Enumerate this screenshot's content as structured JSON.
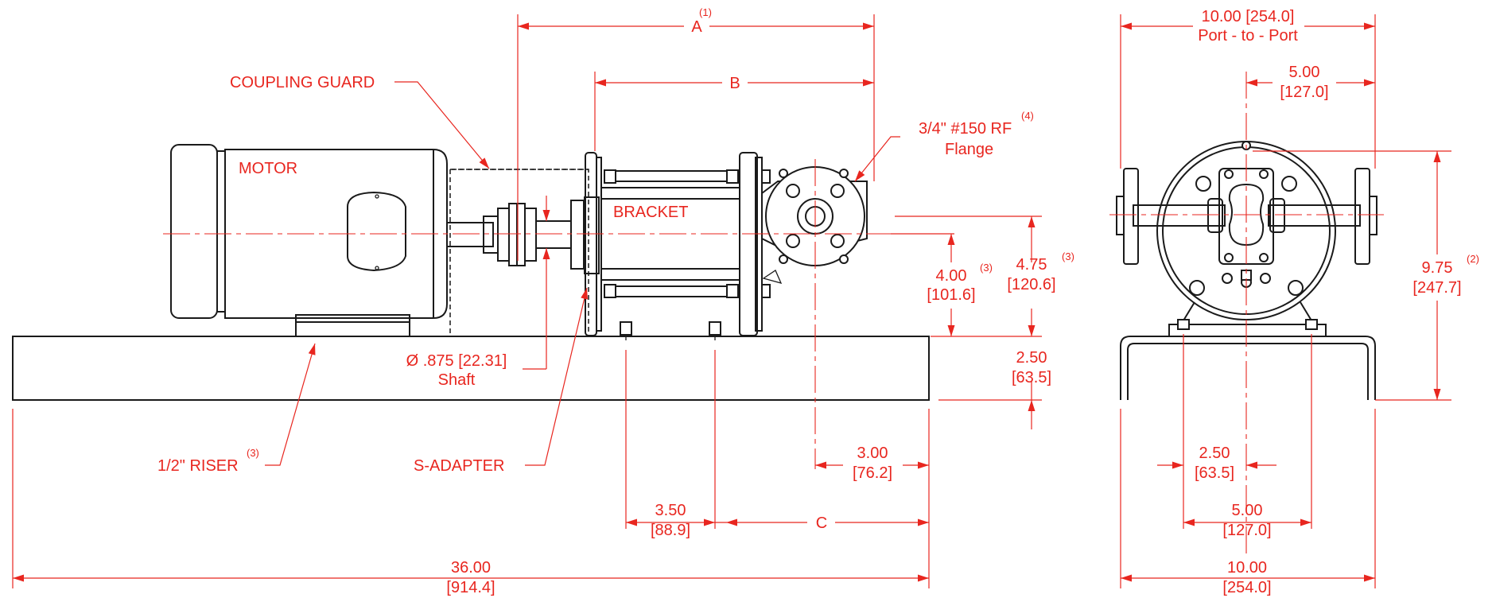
{
  "labels": {
    "dim_a": "A",
    "dim_a_note": "(1)",
    "dim_b": "B",
    "dim_c": "C",
    "coupling_guard": "COUPLING GUARD",
    "motor": "MOTOR",
    "bracket": "BRACKET",
    "flange_line1": "3/4\" #150 RF",
    "flange_note": "(4)",
    "flange_line2": "Flange",
    "shaft_line1": "Ø .875 [22.31]",
    "shaft_line2": "Shaft",
    "riser": "1/2\" RISER",
    "riser_note": "(3)",
    "s_adapter": "S-ADAPTER",
    "d400_a": "4.00",
    "d400_b": "[101.6]",
    "d400_note": "(3)",
    "d475_a": "4.75",
    "d475_b": "[120.6]",
    "d475_note": "(3)",
    "d250v_a": "2.50",
    "d250v_b": "[63.5]",
    "d300_a": "3.00",
    "d300_b": "[76.2]",
    "d350_a": "3.50",
    "d350_b": "[88.9]",
    "d3600_a": "36.00",
    "d3600_b": "[914.4]",
    "side_top_a": "10.00 [254.0]",
    "side_top_b": "Port - to - Port",
    "side_500top_a": "5.00",
    "side_500top_b": "[127.0]",
    "side_975_a": "9.75",
    "side_975_b": "[247.7]",
    "side_975_note": "(2)",
    "side_250_a": "2.50",
    "side_250_b": "[63.5]",
    "side_500bot_a": "5.00",
    "side_500bot_b": "[127.0]",
    "side_1000_a": "10.00",
    "side_1000_b": "[254.0]"
  },
  "colors": {
    "dimension": "#e8261f",
    "outline": "#1a1a1a"
  }
}
